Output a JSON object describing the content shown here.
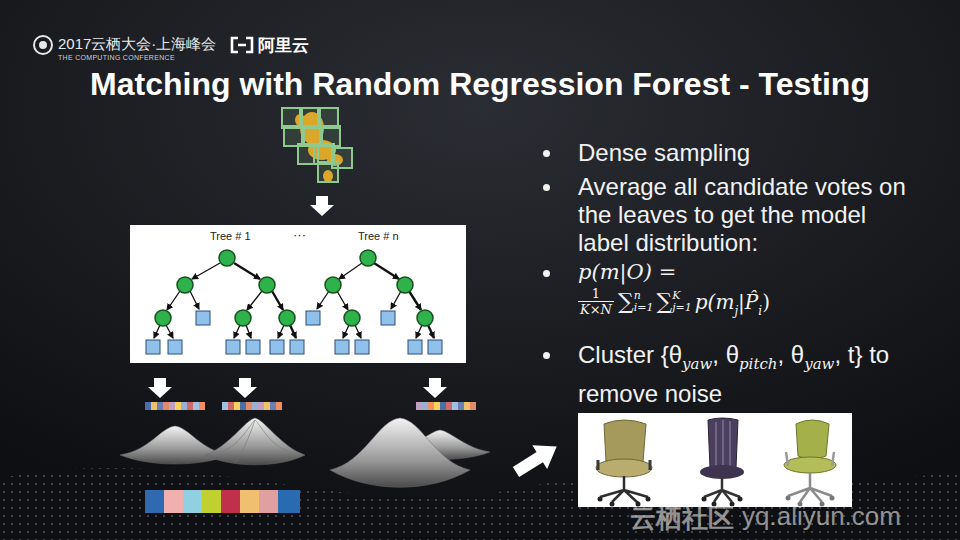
{
  "diagram": {
    "title": "Matching with Random Regression Forest - Testing",
    "nodes": [
      {
        "text": [
          "Tree # 1",
          "···",
          "Tree # n"
        ]
      }
    ],
    "labels": [
      "2017云栖大会·上海峰会",
      "THE COMPUTING CONFERENCE",
      "阿里云",
      "Dense sampling",
      "Average all candidate votes on the leaves to get the model label distribution:",
      "p(m|O) =",
      "1",
      "K×N",
      "∑",
      "n",
      "i=1",
      "∑",
      "K",
      "j=1",
      "p(m",
      "j",
      "|P̂",
      "i",
      ")",
      "Cluster {θ",
      "yaw",
      ", θ",
      "pitch",
      ", θ",
      "yaw",
      ", t} to remove noise",
      "云栖社区",
      "yq.aliyun.com"
    ]
  }
}
